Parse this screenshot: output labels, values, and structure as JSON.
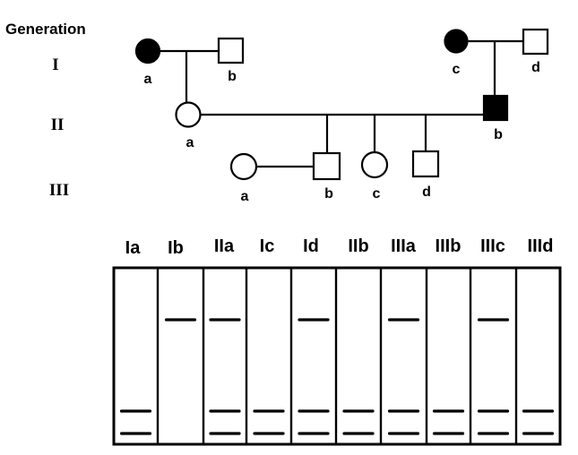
{
  "pedigree": {
    "header": "Generation",
    "generations": [
      "I",
      "II",
      "III"
    ],
    "individuals": [
      {
        "id": "Ia",
        "generation": "I",
        "label": "a",
        "sex": "female",
        "affected": true
      },
      {
        "id": "Ib",
        "generation": "I",
        "label": "b",
        "sex": "male",
        "affected": false
      },
      {
        "id": "Ic",
        "generation": "I",
        "label": "c",
        "sex": "female",
        "affected": true
      },
      {
        "id": "Id",
        "generation": "I",
        "label": "d",
        "sex": "male",
        "affected": false
      },
      {
        "id": "IIa",
        "generation": "II",
        "label": "a",
        "sex": "female",
        "affected": false
      },
      {
        "id": "IIb",
        "generation": "II",
        "label": "b",
        "sex": "male",
        "affected": true
      },
      {
        "id": "IIIa",
        "generation": "III",
        "label": "a",
        "sex": "female",
        "affected": false
      },
      {
        "id": "IIIb",
        "generation": "III",
        "label": "b",
        "sex": "male",
        "affected": false
      },
      {
        "id": "IIIc",
        "generation": "III",
        "label": "c",
        "sex": "female",
        "affected": false
      },
      {
        "id": "IIId",
        "generation": "III",
        "label": "d",
        "sex": "male",
        "affected": false
      }
    ],
    "matings": [
      {
        "partners": [
          "Ia",
          "Ib"
        ],
        "children": [
          "IIa"
        ]
      },
      {
        "partners": [
          "Ic",
          "Id"
        ],
        "children": [
          "IIb"
        ]
      },
      {
        "partners": [
          "IIa",
          "IIb"
        ],
        "children": [
          "IIIb",
          "IIIc",
          "IIId"
        ]
      },
      {
        "partners": [
          "IIIa",
          "IIIb"
        ],
        "children": []
      }
    ]
  },
  "gel": {
    "lanes": [
      {
        "label": "Ia",
        "upper_band": false,
        "lower_bands": 2
      },
      {
        "label": "Ib",
        "upper_band": true,
        "lower_bands": 0
      },
      {
        "label": "IIa",
        "upper_band": true,
        "lower_bands": 2
      },
      {
        "label": "Ic",
        "upper_band": false,
        "lower_bands": 2
      },
      {
        "label": "Id",
        "upper_band": true,
        "lower_bands": 2
      },
      {
        "label": "IIb",
        "upper_band": false,
        "lower_bands": 2
      },
      {
        "label": "IIIa",
        "upper_band": true,
        "lower_bands": 2
      },
      {
        "label": "IIIb",
        "upper_band": false,
        "lower_bands": 2
      },
      {
        "label": "IIIc",
        "upper_band": true,
        "lower_bands": 2
      },
      {
        "label": "IIId",
        "upper_band": false,
        "lower_bands": 2
      }
    ]
  }
}
